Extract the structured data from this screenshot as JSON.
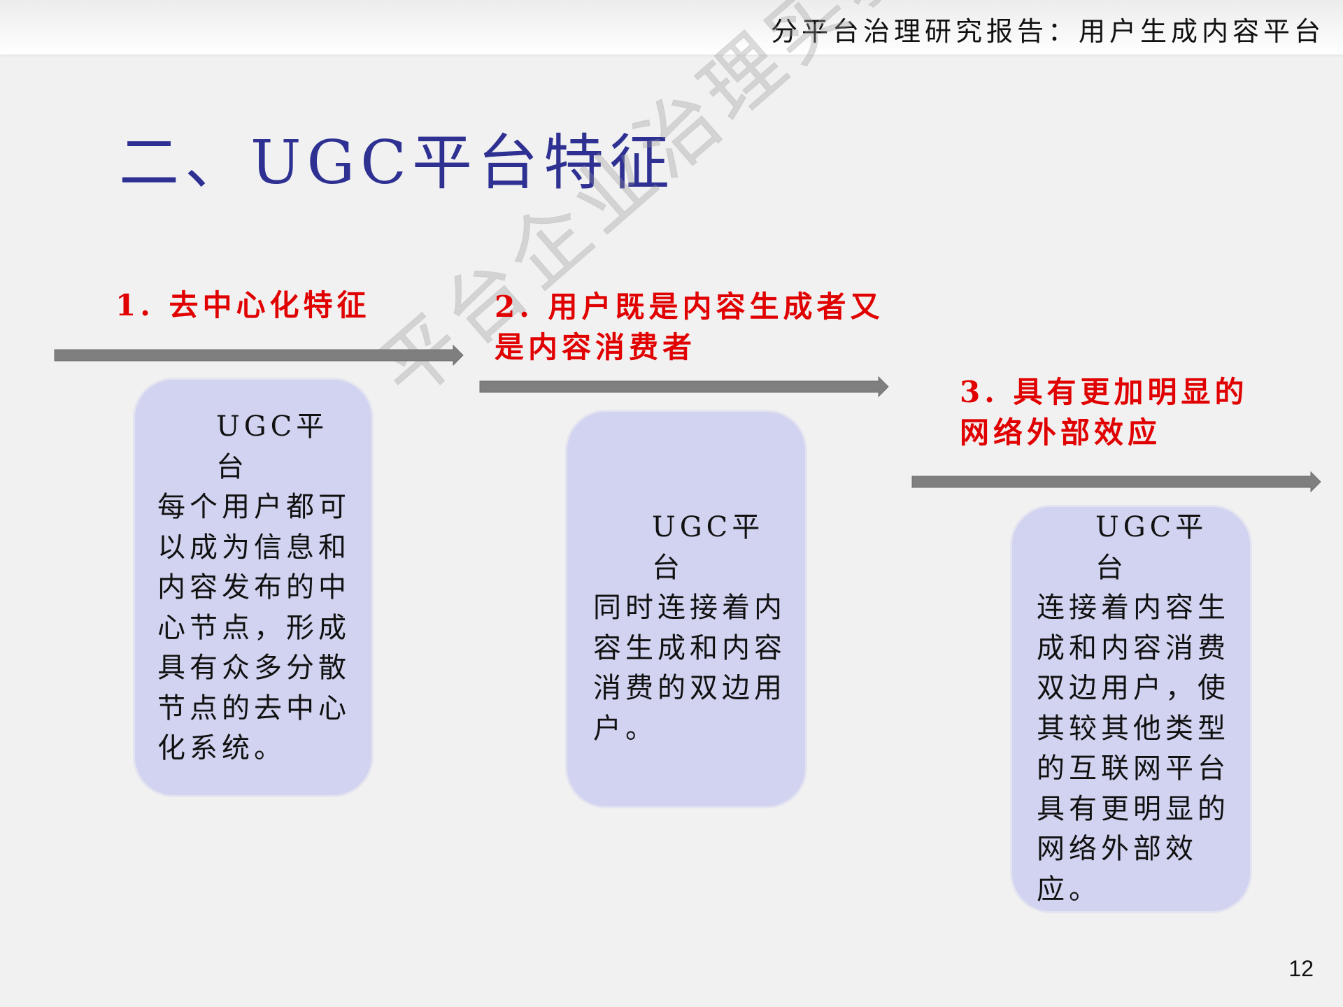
{
  "header": {
    "report_title": "分平台治理研究报告：用户生成内容平台"
  },
  "slide": {
    "title": "二、UGC平台特征"
  },
  "watermark": "平台企业治理实验室",
  "features": [
    {
      "label": "1. 去中心化特征",
      "lead": "UGC平台",
      "body": "每个用户都可以成为信息和内容发布的中心节点，形成具有众多分散节点的去中心化系统。"
    },
    {
      "label": "2. 用户既是内容生成者又是内容消费者",
      "lead": "UGC平台",
      "body": "同时连接着内容生成和内容消费的双边用户。"
    },
    {
      "label": "3. 具有更加明显的网络外部效应",
      "lead": "UGC平台",
      "body": "连接着内容生成和内容消费双边用户，使其较其他类型的互联网平台具有更明显的网络外部效应。"
    }
  ],
  "page_number": "12",
  "colors": {
    "title": "#2e3192",
    "label": "#e10000",
    "card_fill": "#d1d3f0",
    "arrow": "#7f7f7f"
  }
}
